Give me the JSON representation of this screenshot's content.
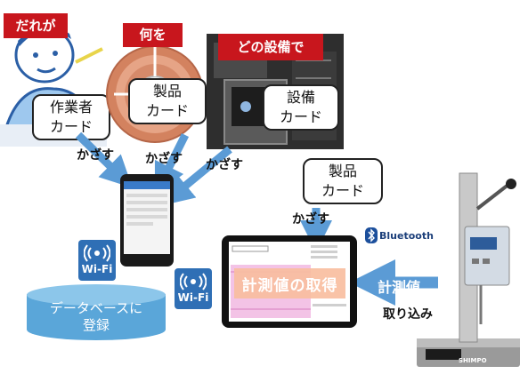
{
  "tags": {
    "who": "だれが",
    "what": "何を",
    "where": "どの設備で"
  },
  "cards": {
    "worker": [
      "作業者",
      "カード"
    ],
    "product": [
      "製品",
      "カード"
    ],
    "equipment": [
      "設備",
      "カード"
    ],
    "product2": [
      "製品",
      "カード"
    ]
  },
  "actions": {
    "hold": "かざす",
    "measure": "計測値",
    "import": "取り込み"
  },
  "wifi": "Wi-Fi",
  "bluetooth": "Bluetooth",
  "database": [
    "データベースに",
    "登録"
  ],
  "tablet": {
    "overlay": "計測値の取得"
  },
  "brand": "SHIMPO",
  "colors": {
    "red_tag": "#c8161d",
    "arrow_blue": "#5b9bd5",
    "wifi_blue": "#2f6fb5",
    "db_blue": "#5aa6d9"
  }
}
